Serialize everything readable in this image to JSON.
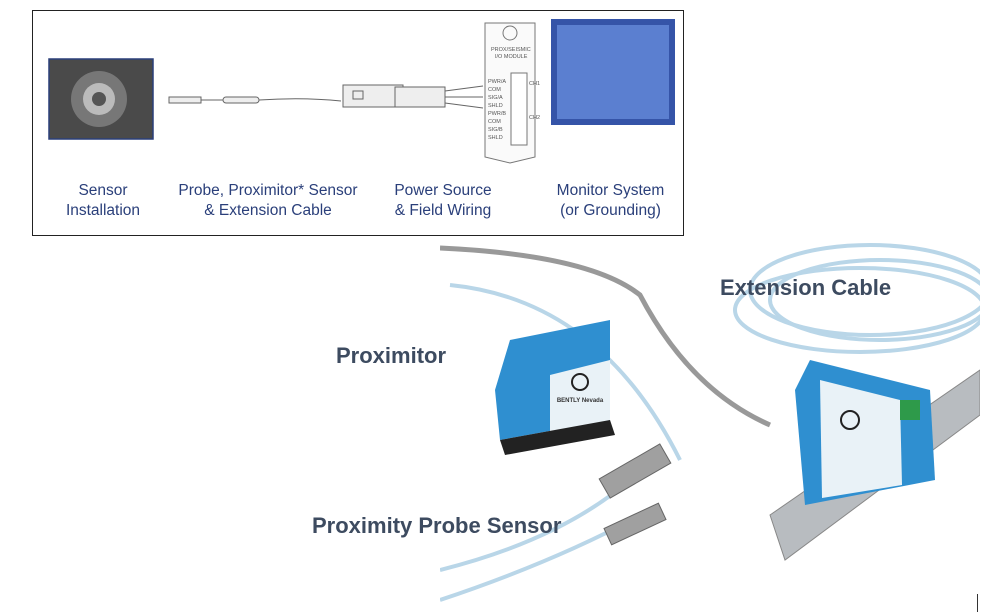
{
  "diagram": {
    "captions": [
      {
        "line1": "Sensor",
        "line2": "Installation"
      },
      {
        "line1": "Probe, Proximitor* Sensor",
        "line2": "& Extension Cable"
      },
      {
        "line1": "Power Source",
        "line2": "& Field Wiring"
      },
      {
        "line1": "Monitor System",
        "line2": "(or Grounding)"
      }
    ],
    "module": {
      "title1": "PROX/SEISMIC",
      "title2": "I/O MODULE",
      "terminals": [
        "PWR/A",
        "COM",
        "SIG/A",
        "SHLD",
        "PWR/B",
        "COM",
        "SIG/B",
        "SHLD"
      ],
      "channels": [
        "CH1",
        "CH2"
      ]
    }
  },
  "photo": {
    "labels": {
      "extension_cable": "Extension Cable",
      "proximitor": "Proximitor",
      "probe": "Proximity Probe Sensor"
    },
    "brand": "BENTLY Nevada"
  }
}
